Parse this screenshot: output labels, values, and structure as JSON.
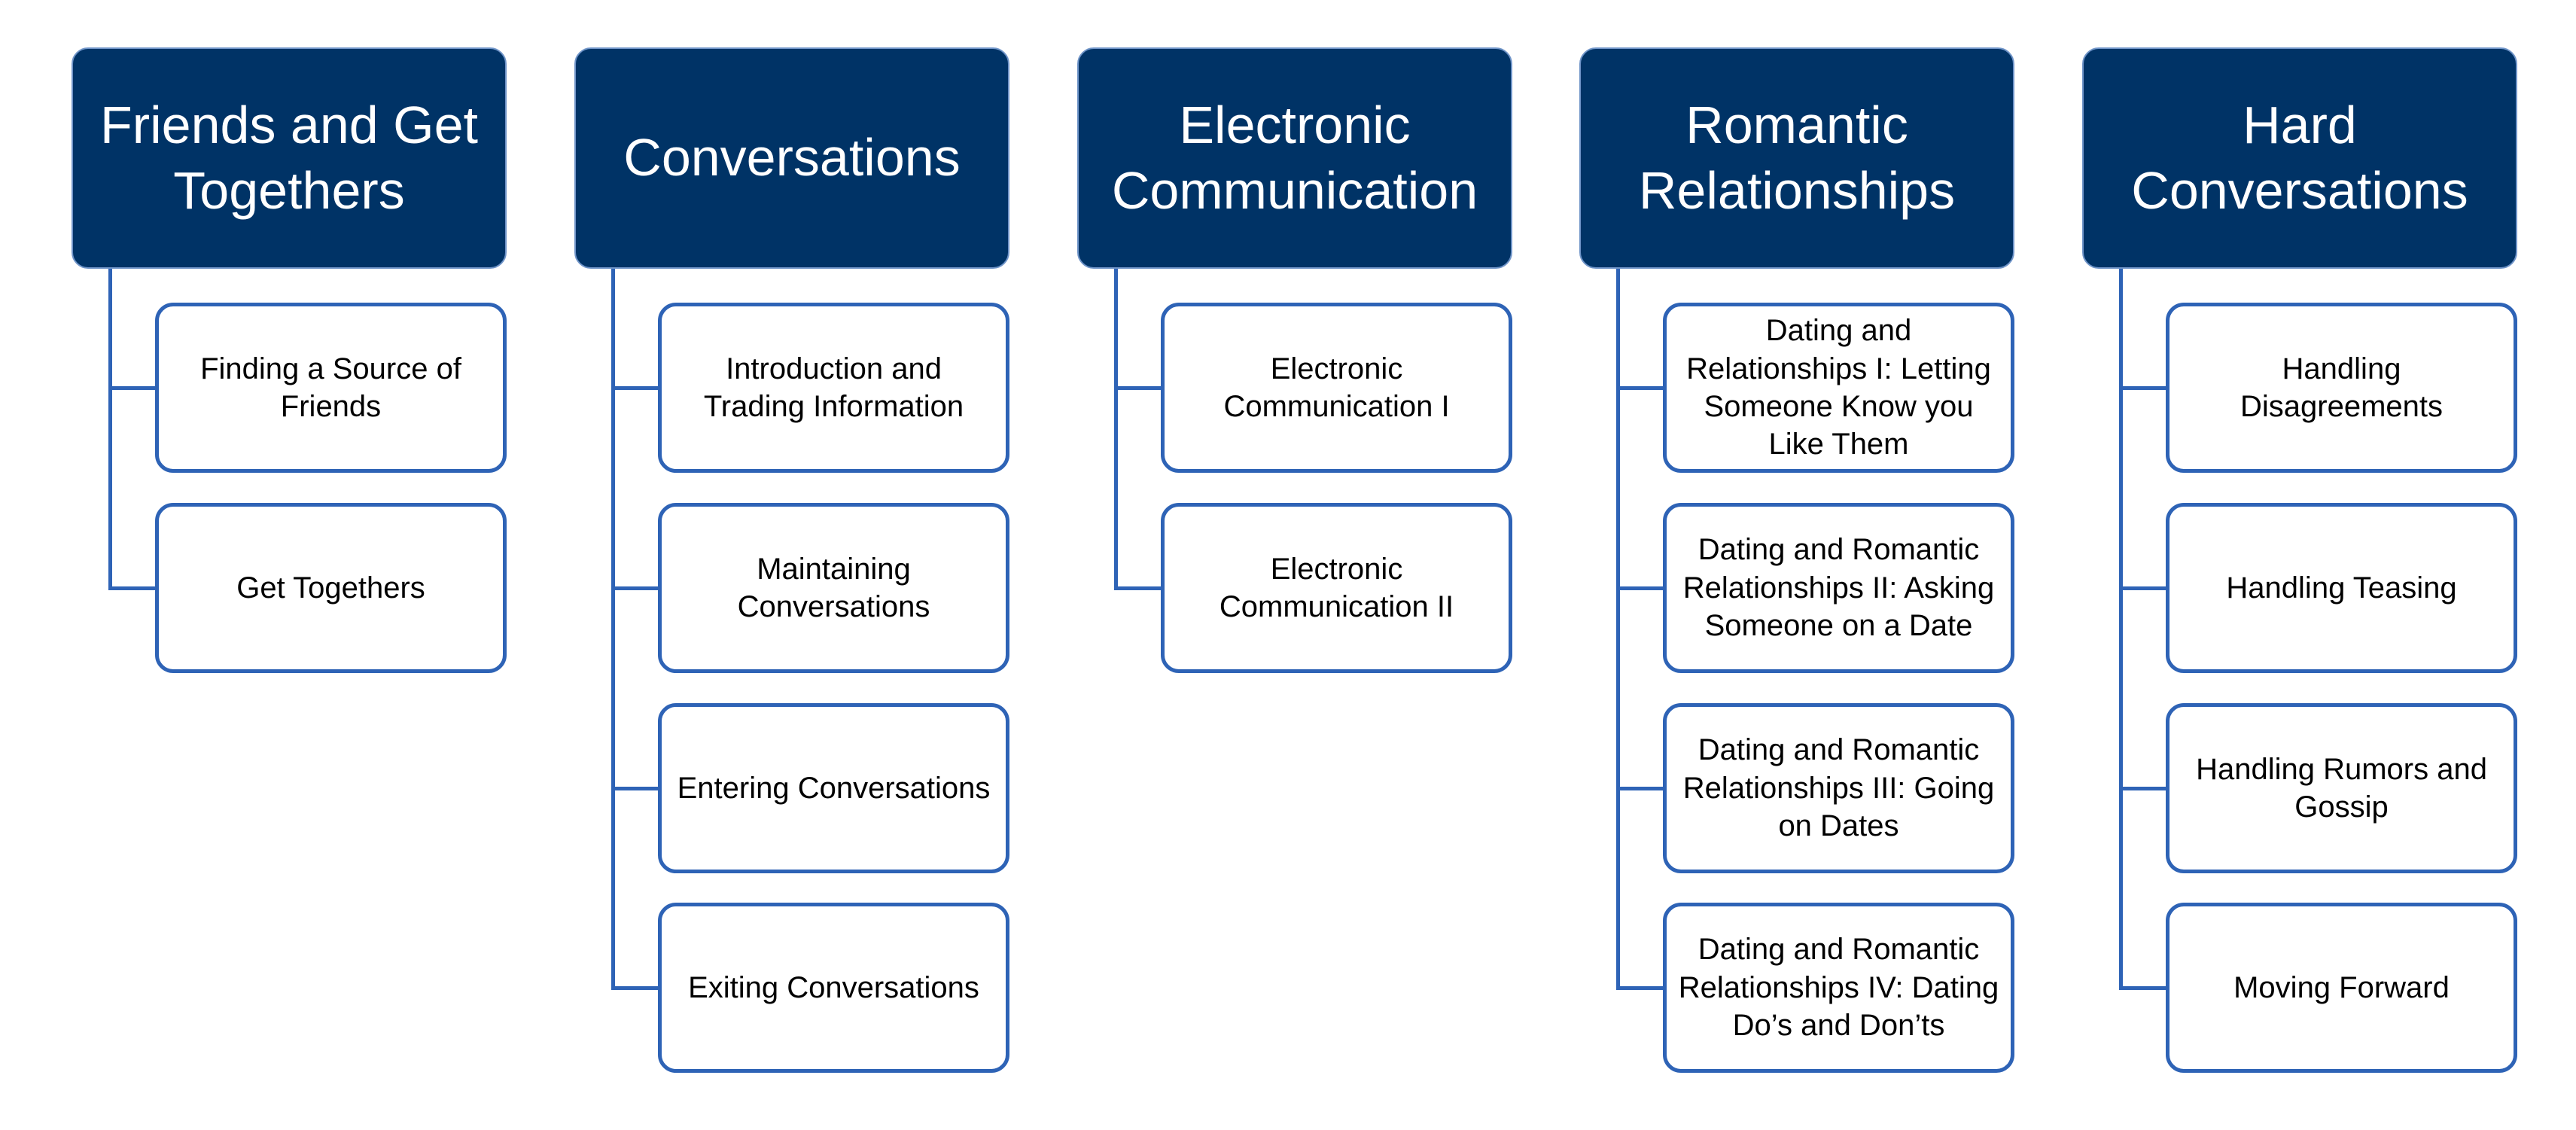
{
  "columns": [
    {
      "title": "Friends and Get Togethers",
      "items": [
        "Finding a Source of Friends",
        "Get Togethers"
      ]
    },
    {
      "title": "Conversations",
      "items": [
        "Introduction and Trading Information",
        "Maintaining Conversations",
        "Entering Conversations",
        "Exiting Conversations"
      ]
    },
    {
      "title": "Electronic Communication",
      "items": [
        "Electronic Communication I",
        "Electronic Communication II"
      ]
    },
    {
      "title": "Romantic Relationships",
      "items": [
        "Dating and Relationships I: Letting Someone Know you Like Them",
        "Dating and Romantic Relationships II: Asking Someone on a Date",
        "Dating and Romantic Relationships III: Going on Dates",
        "Dating and Romantic Relationships IV: Dating Do’s and Don’ts"
      ]
    },
    {
      "title": "Hard Conversations",
      "items": [
        "Handling Disagreements",
        "Handling Teasing",
        "Handling Rumors and Gossip",
        "Moving Forward"
      ]
    }
  ],
  "colors": {
    "header_fill": "#003366",
    "header_text": "#ffffff",
    "connector": "#2e63b6",
    "item_border": "#2e63b6",
    "item_text": "#000000"
  }
}
